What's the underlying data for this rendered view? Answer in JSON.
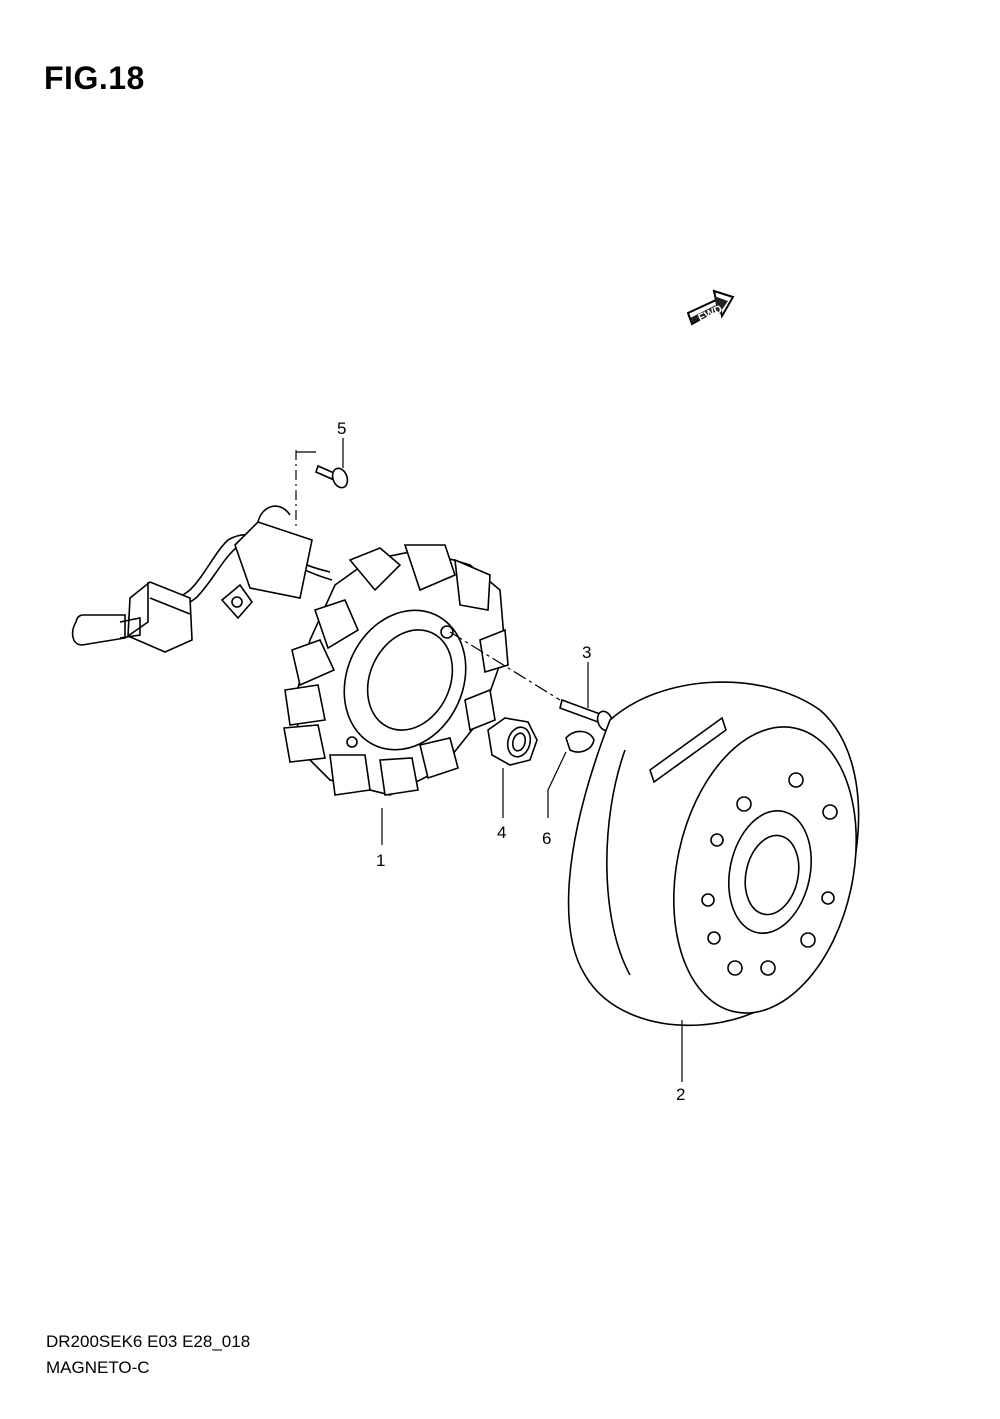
{
  "figure": {
    "title": "FIG.18",
    "model_code": "DR200SEK6 E03 E28_018",
    "name": "MAGNETO-C",
    "direction_label": "FWD"
  },
  "callouts": [
    {
      "num": "1",
      "part": "stator"
    },
    {
      "num": "2",
      "part": "rotor"
    },
    {
      "num": "3",
      "part": "screw"
    },
    {
      "num": "4",
      "part": "nut"
    },
    {
      "num": "5",
      "part": "screw"
    },
    {
      "num": "6",
      "part": "key"
    }
  ]
}
